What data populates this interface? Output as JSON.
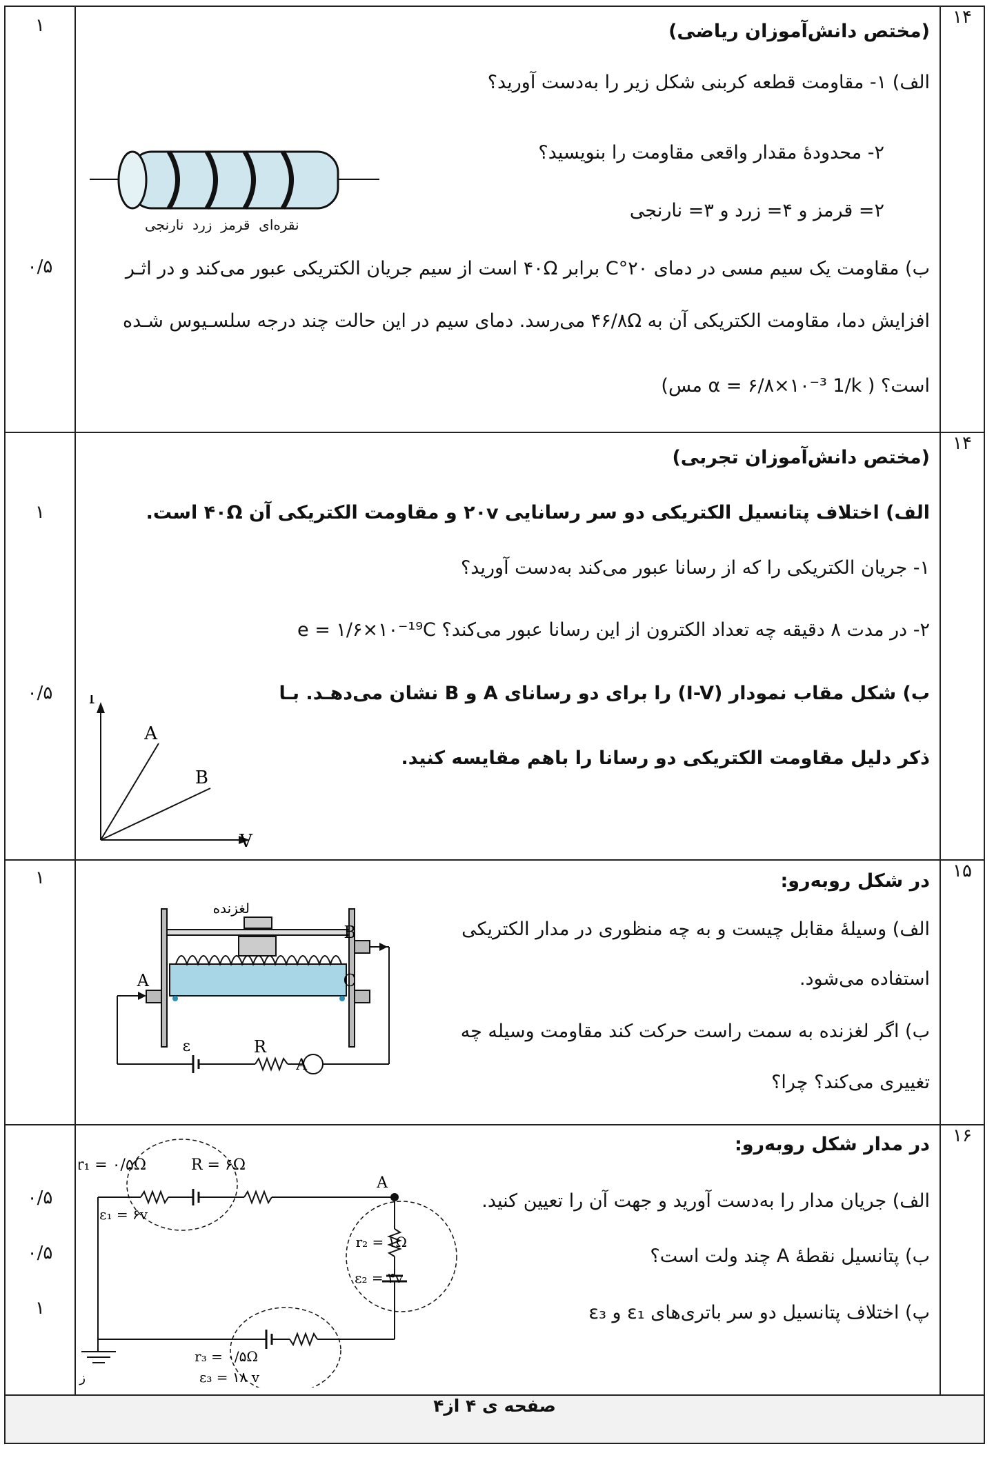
{
  "questions": [
    {
      "number": "۱۴",
      "lines": [
        "(مختص دانش‌آموزان ریاضی)",
        "الف) ۱- مقاومت قطعه کربنی شکل زیر را به‌دست آورید؟",
        "۲- محدودهٔ مقدار واقعی مقاومت را بنویسید؟",
        "۲= قرمز و ۴= زرد و ۳= نارنجی",
        "ب) مقاومت یک سیم مسی در دمای ۲۰°C برابر ۴۰Ω است از سیم جریان الکتریکی عبور می‌کند و در اثـر",
        "افزایش دما، مقاومت الکتریکی آن به ۴۶/۸Ω می‌رسد. دمای سیم در این حالت چند درجه سلسـیوس شـده",
        "است؟ ( α = ۶/۸×۱۰⁻³ 1/k مس)"
      ],
      "scores": [
        "۱",
        "۰/۵"
      ],
      "figure": {
        "band_labels": "نقره‌ای  قرمز  زرد  نارنجی"
      }
    },
    {
      "number": "۱۴",
      "lines": [
        "(مختص دانش‌آموزان تجربی)",
        "الف) اختلاف پتانسیل الکتریکی دو سر رسانایی ۲۰v و مقاومت الکتریکی آن ۴۰Ω است.",
        "۱- جریان الکتریکی را که از رسانا عبور می‌کند به‌دست آورید؟",
        "۲- در مدت ۸ دقیقه چه تعداد الکترون از این رسانا عبور می‌کند؟ e = ۱/۶×۱۰⁻¹⁹C",
        "ب) شکل مقاب نمودار (I-V) را برای دو رسانای A و B نشان می‌دهـد. بـا",
        "ذکر دلیل مقاومت الکتریکی دو رسانا را باهم مقایسه کنید."
      ],
      "scores": [
        "۱",
        "۰/۵"
      ],
      "figure": {
        "y_axis": "I",
        "x_axis": "V",
        "line_a": "A",
        "line_b": "B"
      }
    },
    {
      "number": "۱۵",
      "lines": [
        "در شکل روبه‌رو:",
        "الف) وسیلهٔ مقابل چیست و به چه منظوری در مدار الکتریکی",
        "استفاده می‌شود.",
        "ب) اگر لغزنده به سمت راست حرکت کند مقاومت وسیله چه",
        "تغییری می‌کند؟ چرا؟"
      ],
      "scores": [
        "۱"
      ],
      "figure": {
        "slider": "لغزنده",
        "a": "A",
        "b": "B",
        "c": "C",
        "emf": "ε",
        "r": "R",
        "ammeter": "A"
      }
    },
    {
      "number": "۱۶",
      "lines": [
        "در مدار شکل روبه‌رو:",
        "الف) جریان مدار را به‌دست آورید و جهت آن را تعیین کنید.",
        "ب) پتانسیل نقطهٔ A چند ولت است؟",
        "پ) اختلاف پتانسیل دو سر باتری‌های ε₁ و ε₃"
      ],
      "scores": [
        "۰/۵",
        "۰/۵",
        "۱"
      ],
      "figure": {
        "r1": "r₁ = ۰/۵Ω",
        "e1": "ε₁ = ۶v",
        "R": "R = ۶Ω",
        "node": "A",
        "r2": "r₂ = ۱Ω",
        "e2": "ε₂ = ۴v",
        "r3": "r₃ = ۰/۵Ω",
        "e3": "ε₃ = ۱۸ v",
        "ground": "زمین"
      }
    }
  ],
  "footer": {
    "page": "صفحه ی ۴ از۴"
  }
}
